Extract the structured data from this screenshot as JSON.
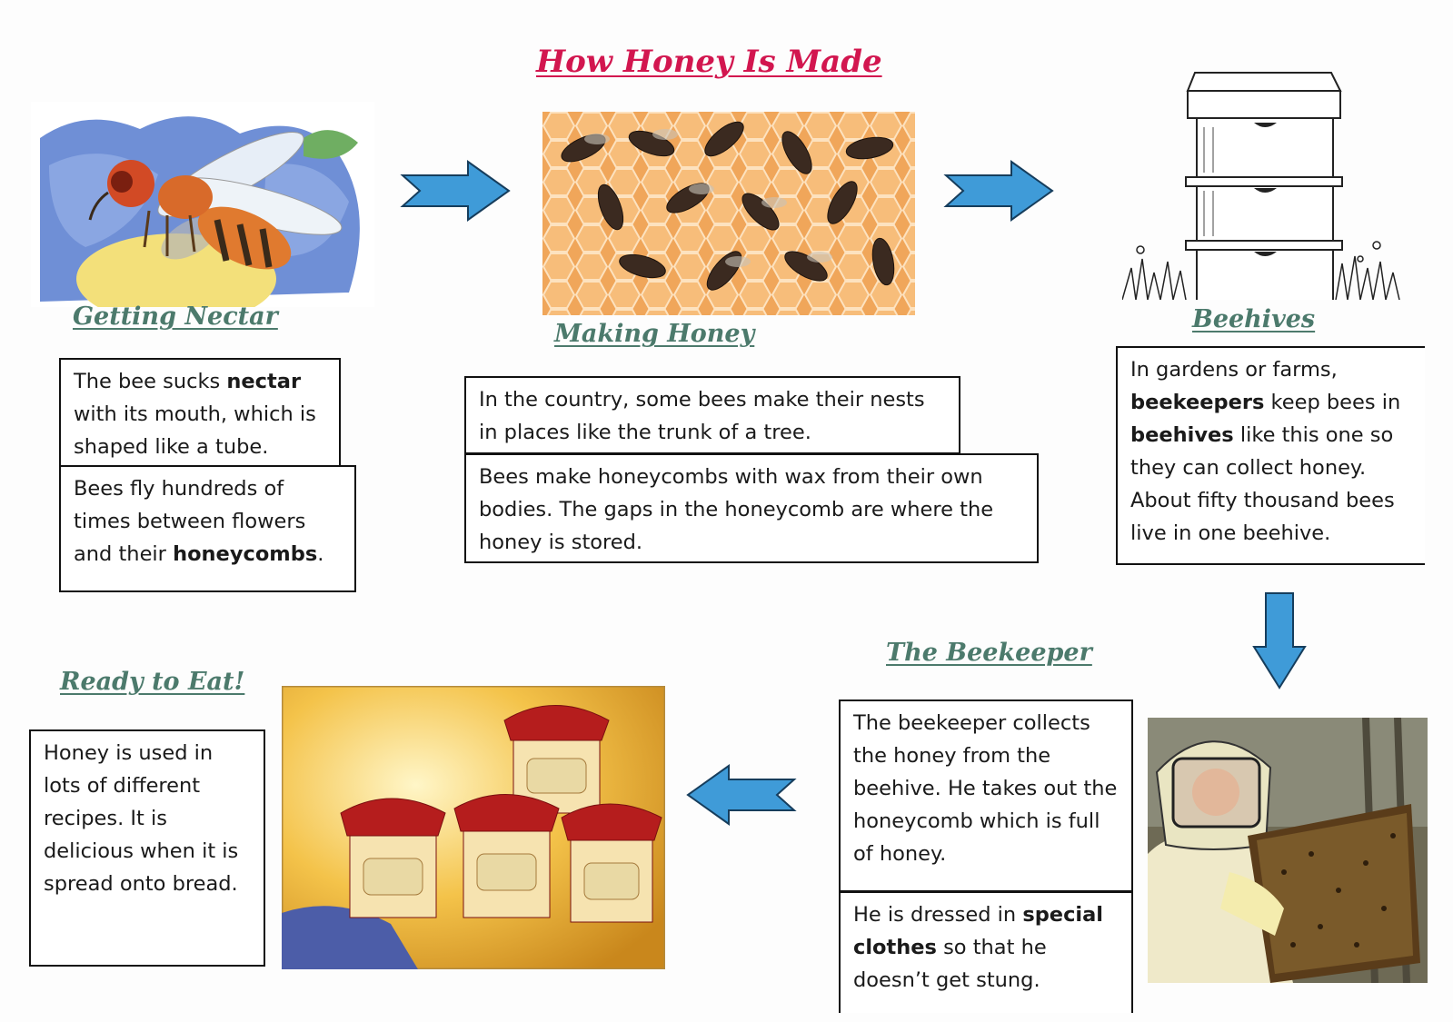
{
  "title": "How Honey Is Made",
  "colors": {
    "title": "#d2164f",
    "heading": "#4c7a6c",
    "arrow": "#3f9bd8",
    "arrow_stroke": "#163d5c"
  },
  "steps": {
    "nectar": {
      "heading": "Getting Nectar",
      "box1": [
        "The bee sucks ",
        "nectar",
        " with its mouth, which is shaped like a tube."
      ],
      "box2": [
        "Bees fly hundreds of times between flowers and their ",
        "honeycombs",
        "."
      ]
    },
    "making": {
      "heading": "Making Honey",
      "box1": "In the country, some bees make their nests in places like the trunk of a tree.",
      "box2": "Bees make honeycombs with wax from their own bodies. The gaps in the honeycomb are where the honey is stored."
    },
    "beehives": {
      "heading": "Beehives",
      "box1": [
        "In gardens or farms, ",
        "beekeepers",
        " keep bees in ",
        "beehives",
        " like this one so they can collect honey. About fifty thousand bees live in one beehive."
      ]
    },
    "beekeeper": {
      "heading": "The Beekeeper",
      "box1": "The beekeeper collects the honey from the beehive. He takes out the honeycomb which is full of honey.",
      "box2": [
        "He is dressed in ",
        "special clothes",
        " so that he doesn’t get stung."
      ]
    },
    "ready": {
      "heading": "Ready to Eat!",
      "box1": "Honey is used in lots of different recipes. It is delicious when it is spread onto bread."
    }
  },
  "icons": [
    "bee-on-flower-illustration",
    "honeycomb-bees-photo",
    "beehive-illustration",
    "beekeeper-photo",
    "honey-jars-photo",
    "right-arrow-icon",
    "down-arrow-icon",
    "left-arrow-icon"
  ]
}
